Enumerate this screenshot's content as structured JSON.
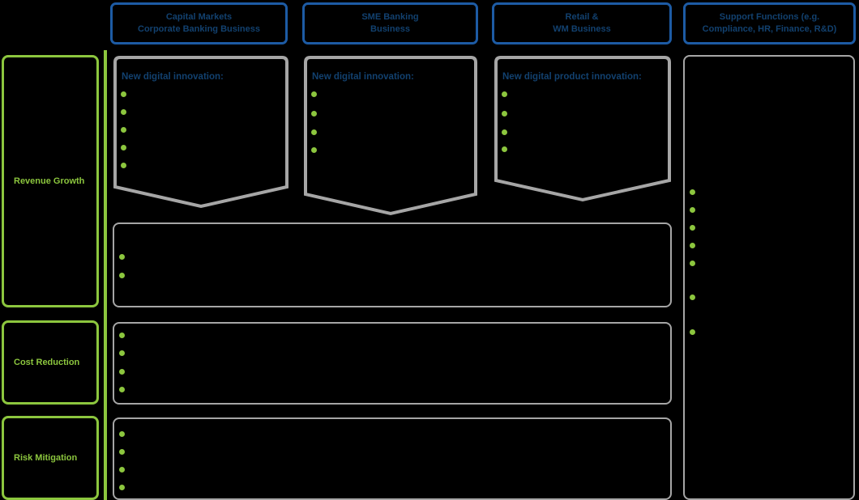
{
  "colors": {
    "blue": "#1d5ba4",
    "blue_text": "#12416f",
    "green": "#8cc63e",
    "grey": "#a6a6a6",
    "background": "#000000"
  },
  "column_headers": [
    {
      "id": "capital-markets",
      "line1": "Capital Markets",
      "line2": "Corporate Banking Business"
    },
    {
      "id": "sme-banking",
      "line1": "SME Banking",
      "line2": "Business"
    },
    {
      "id": "retail-wm",
      "line1": "Retail &",
      "line2": "WM Business"
    },
    {
      "id": "support",
      "line1": "Support Functions (e.g.",
      "line2": "Compliance, HR, Finance, R&D)"
    }
  ],
  "objectives": [
    {
      "id": "revenue-growth",
      "label": "Revenue Growth"
    },
    {
      "id": "cost-reduction",
      "label": "Cost Reduction"
    },
    {
      "id": "risk-mitigation",
      "label": "Risk Mitigation"
    }
  ],
  "initiative_boxes": [
    {
      "id": "capital-markets-initiatives",
      "title": "New digital innovation:",
      "bullets": [
        "",
        "",
        "",
        "",
        ""
      ]
    },
    {
      "id": "sme-banking-initiatives",
      "title": "New digital innovation:",
      "bullets": [
        "",
        "",
        "",
        ""
      ]
    },
    {
      "id": "retail-wm-initiatives",
      "title": "New digital product innovation:",
      "bullets": [
        "",
        "",
        "",
        ""
      ]
    }
  ],
  "cross_business_boxes": [
    {
      "id": "revenue-growth-cross",
      "title": "",
      "bullets": [
        "",
        ""
      ]
    },
    {
      "id": "cost-reduction-cross",
      "title": "",
      "bullets": [
        "",
        "",
        "",
        ""
      ]
    },
    {
      "id": "risk-mitigation-cross",
      "title": "",
      "bullets": [
        "",
        "",
        "",
        ""
      ]
    }
  ],
  "support_panel": {
    "id": "support-functions-panel",
    "title": "",
    "bullets": [
      "",
      "",
      "",
      "",
      "",
      "",
      ""
    ]
  }
}
